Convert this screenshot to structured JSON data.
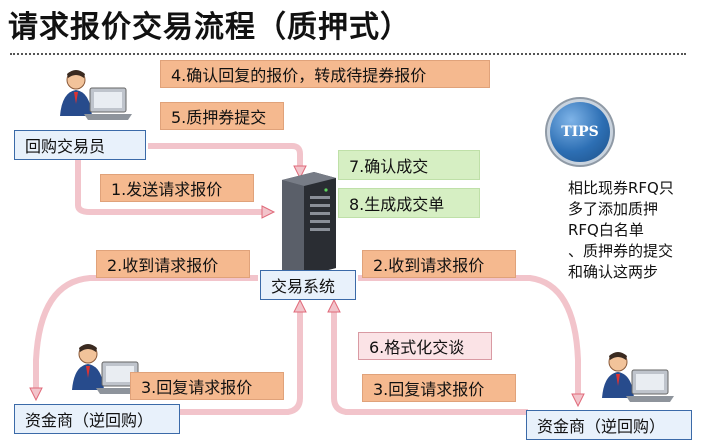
{
  "title": "请求报价交易流程（质押式）",
  "actors": {
    "dealer": "回购交易员",
    "system": "交易系统",
    "fund_left": "资金商（逆回购）",
    "fund_right": "资金商（逆回购）"
  },
  "steps": {
    "s1": "1.发送请求报价",
    "s2_left": "2.收到请求报价",
    "s2_right": "2.收到请求报价",
    "s3_left": "3.回复请求报价",
    "s3_right": "3.回复请求报价",
    "s4": "4.确认回复的报价，转成待提券报价",
    "s5": "5.质押券提交",
    "s6": "6.格式化交谈",
    "s7": "7.确认成交",
    "s8": "8.生成成交单"
  },
  "tips": {
    "badge": "TIPS",
    "lines": [
      "相比现券RFQ只",
      "多了添加质押",
      "RFQ白名单",
      "、质押券的提交",
      "和确认这两步"
    ]
  },
  "colors": {
    "step_orange": "#f5b98f",
    "step_green": "#d6efc3",
    "step_pink": "#fbe3e6",
    "actor_blue": "#e8f1fb",
    "arrow_pink": "#f2c4cb"
  }
}
